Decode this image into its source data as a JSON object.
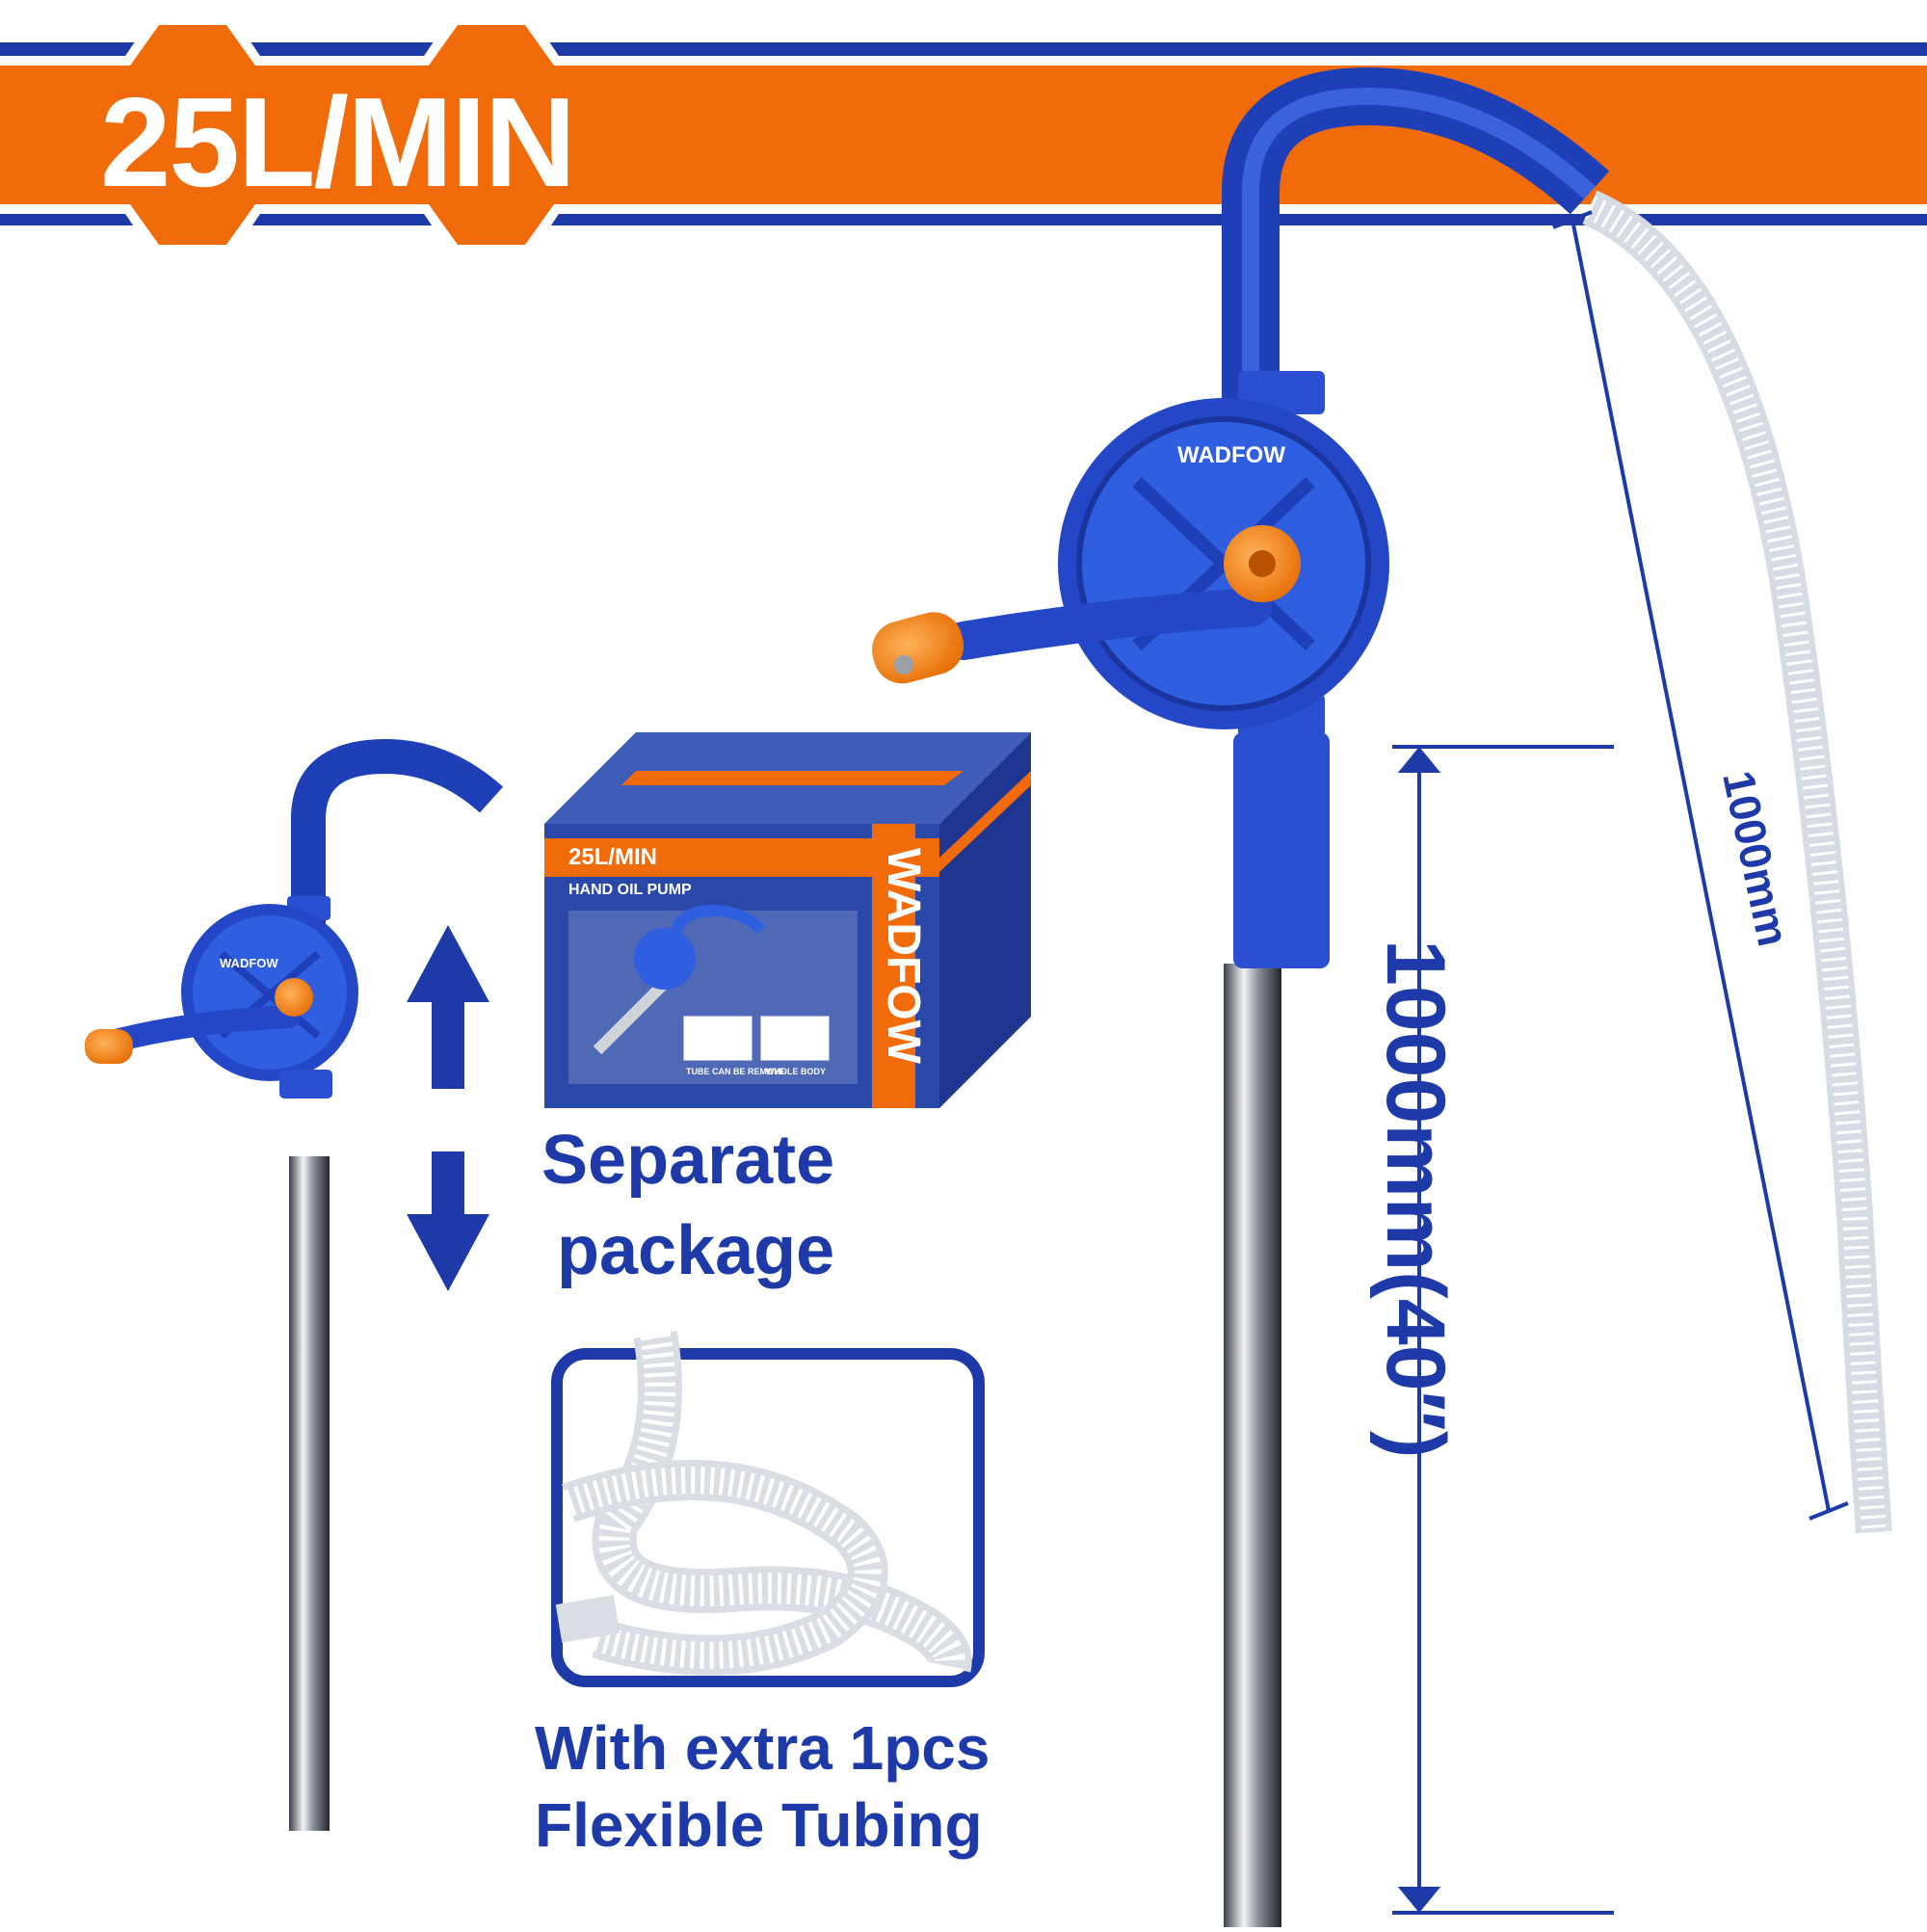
{
  "banner": {
    "flow_rate": "25L/MIN"
  },
  "pump": {
    "brand": "WADFOW"
  },
  "box": {
    "flow_rate": "25L/MIN",
    "product_name": "HAND OIL PUMP",
    "brand": "WADFOW",
    "label_tube": "TUBE CAN BE REMOVE",
    "label_body": "WHOLE BODY"
  },
  "separate": {
    "line1": "Separate",
    "line2": "package"
  },
  "tubing": {
    "line1": "With extra 1pcs",
    "line2": "Flexible Tubing"
  },
  "dimensions": {
    "tube_length": "1000mm(40″)",
    "hose_length": "1000mm"
  },
  "colors": {
    "accent_orange": "#f26b0a",
    "brand_blue": "#1e3aa8",
    "pump_blue": "#2f5fe0"
  }
}
